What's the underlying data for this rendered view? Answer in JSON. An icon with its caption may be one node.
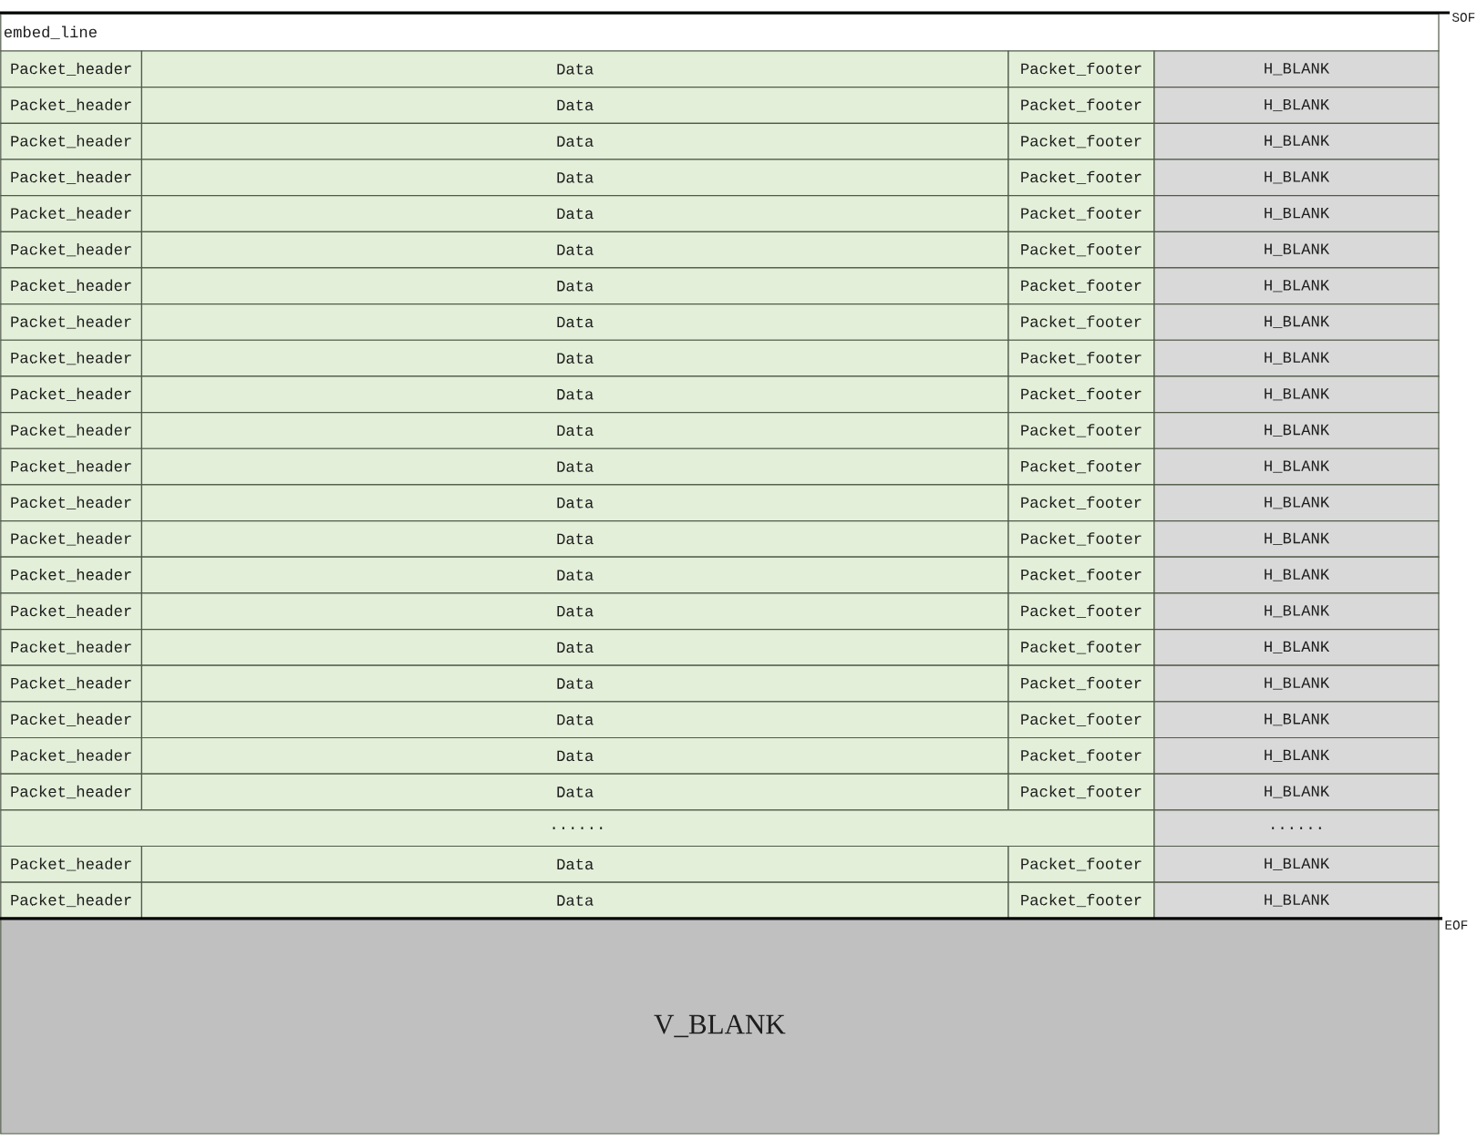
{
  "diagram": {
    "nodes": [
      {
        "text": [
          "embed_line"
        ]
      },
      {
        "text": [
          "Packet_header"
        ]
      },
      {
        "text": [
          "Data"
        ]
      },
      {
        "text": [
          "Packet_footer"
        ]
      },
      {
        "text": [
          "H_BLANK"
        ]
      },
      {
        "text": [
          "Packet_header"
        ]
      },
      {
        "text": [
          "Data"
        ]
      },
      {
        "text": [
          "Packet_footer"
        ]
      },
      {
        "text": [
          "H_BLANK"
        ]
      },
      {
        "text": [
          "Packet_header"
        ]
      },
      {
        "text": [
          "Data"
        ]
      },
      {
        "text": [
          "Packet_footer"
        ]
      },
      {
        "text": [
          "H_BLANK"
        ]
      },
      {
        "text": [
          "Packet_header"
        ]
      },
      {
        "text": [
          "Data"
        ]
      },
      {
        "text": [
          "Packet_footer"
        ]
      },
      {
        "text": [
          "H_BLANK"
        ]
      },
      {
        "text": [
          "Packet_header"
        ]
      },
      {
        "text": [
          "Data"
        ]
      },
      {
        "text": [
          "Packet_footer"
        ]
      },
      {
        "text": [
          "H_BLANK"
        ]
      },
      {
        "text": [
          "Packet_header"
        ]
      },
      {
        "text": [
          "Data"
        ]
      },
      {
        "text": [
          "Packet_footer"
        ]
      },
      {
        "text": [
          "H_BLANK"
        ]
      },
      {
        "text": [
          "Packet_header"
        ]
      },
      {
        "text": [
          "Data"
        ]
      },
      {
        "text": [
          "Packet_footer"
        ]
      },
      {
        "text": [
          "H_BLANK"
        ]
      },
      {
        "text": [
          "Packet_header"
        ]
      },
      {
        "text": [
          "Data"
        ]
      },
      {
        "text": [
          "Packet_footer"
        ]
      },
      {
        "text": [
          "H_BLANK"
        ]
      },
      {
        "text": [
          "Packet_header"
        ]
      },
      {
        "text": [
          "Data"
        ]
      },
      {
        "text": [
          "Packet_footer"
        ]
      },
      {
        "text": [
          "H_BLANK"
        ]
      },
      {
        "text": [
          "Packet_header"
        ]
      },
      {
        "text": [
          "Data"
        ]
      },
      {
        "text": [
          "Packet_footer"
        ]
      },
      {
        "text": [
          "H_BLANK"
        ]
      },
      {
        "text": [
          "Packet_header"
        ]
      },
      {
        "text": [
          "Data"
        ]
      },
      {
        "text": [
          "Packet_footer"
        ]
      },
      {
        "text": [
          "H_BLANK"
        ]
      },
      {
        "text": [
          "Packet_header"
        ]
      },
      {
        "text": [
          "Data"
        ]
      },
      {
        "text": [
          "Packet_footer"
        ]
      },
      {
        "text": [
          "H_BLANK"
        ]
      },
      {
        "text": [
          "Packet_header"
        ]
      },
      {
        "text": [
          "Data"
        ]
      },
      {
        "text": [
          "Packet_footer"
        ]
      },
      {
        "text": [
          "H_BLANK"
        ]
      },
      {
        "text": [
          "Packet_header"
        ]
      },
      {
        "text": [
          "Data"
        ]
      },
      {
        "text": [
          "Packet_footer"
        ]
      },
      {
        "text": [
          "H_BLANK"
        ]
      },
      {
        "text": [
          "Packet_header"
        ]
      },
      {
        "text": [
          "Data"
        ]
      },
      {
        "text": [
          "Packet_footer"
        ]
      },
      {
        "text": [
          "H_BLANK"
        ]
      },
      {
        "text": [
          "Packet_header"
        ]
      },
      {
        "text": [
          "Data"
        ]
      },
      {
        "text": [
          "Packet_footer"
        ]
      },
      {
        "text": [
          "H_BLANK"
        ]
      },
      {
        "text": [
          "Packet_header"
        ]
      },
      {
        "text": [
          "Data"
        ]
      },
      {
        "text": [
          "Packet_footer"
        ]
      },
      {
        "text": [
          "H_BLANK"
        ]
      },
      {
        "text": [
          "Packet_header"
        ]
      },
      {
        "text": [
          "Data"
        ]
      },
      {
        "text": [
          "Packet_footer"
        ]
      },
      {
        "text": [
          "H_BLANK"
        ]
      },
      {
        "text": [
          "Packet_header"
        ]
      },
      {
        "text": [
          "Data"
        ]
      },
      {
        "text": [
          "Packet_footer"
        ]
      },
      {
        "text": [
          "H_BLANK"
        ]
      },
      {
        "text": [
          "Packet_header"
        ]
      },
      {
        "text": [
          "Data"
        ]
      },
      {
        "text": [
          "Packet_footer"
        ]
      },
      {
        "text": [
          "H_BLANK"
        ]
      },
      {
        "text": [
          "Packet_header"
        ]
      },
      {
        "text": [
          "Data"
        ]
      },
      {
        "text": [
          "Packet_footer"
        ]
      },
      {
        "text": [
          "H_BLANK"
        ]
      },
      {
        "text": [
          "......"
        ]
      },
      {
        "text": [
          "......"
        ]
      },
      {
        "text": [
          "Packet_header"
        ]
      },
      {
        "text": [
          "Data"
        ]
      },
      {
        "text": [
          "Packet_footer"
        ]
      },
      {
        "text": [
          "H_BLANK"
        ]
      },
      {
        "text": [
          "Packet_header"
        ]
      },
      {
        "text": [
          "Data"
        ]
      },
      {
        "text": [
          "Packet_footer"
        ]
      },
      {
        "text": [
          "H_BLANK"
        ]
      },
      {
        "text": [
          "V_BLANK"
        ]
      }
    ],
    "labels": [
      "SOF",
      "EOF"
    ]
  }
}
